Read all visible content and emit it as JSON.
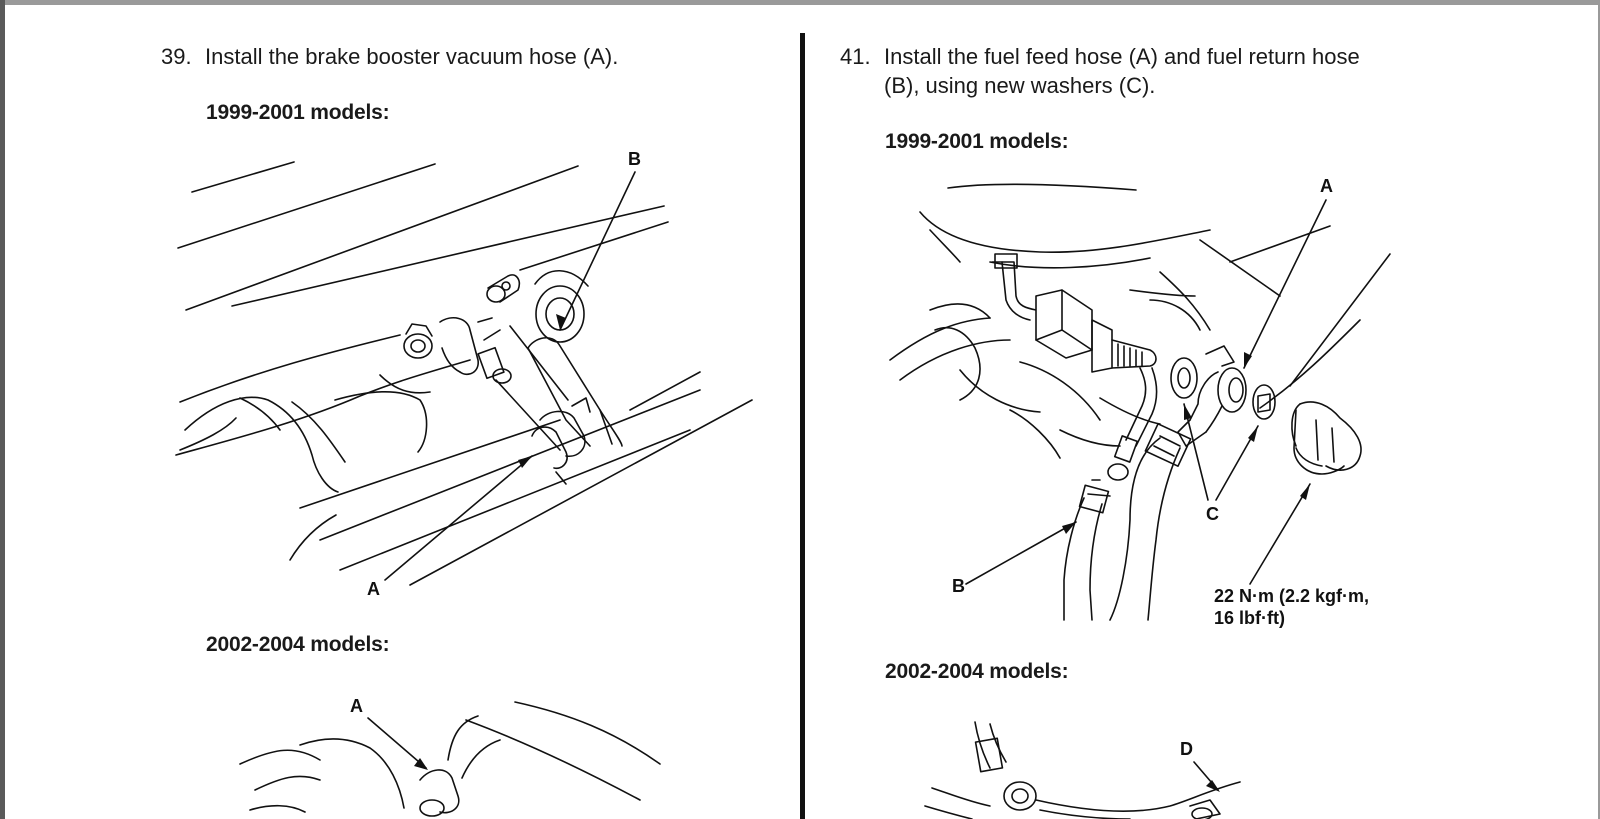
{
  "left_column": {
    "step_number": "39.",
    "step_text": "Install the brake booster vacuum hose (A).",
    "sections": [
      {
        "heading": "1999-2001 models:",
        "callouts": [
          "A",
          "B"
        ]
      },
      {
        "heading": "2002-2004 models:",
        "callouts": [
          "A"
        ]
      }
    ]
  },
  "right_column": {
    "step_number": "41.",
    "step_text_line1": "Install the fuel feed hose (A) and fuel return hose",
    "step_text_line2": "(B), using new washers (C).",
    "sections": [
      {
        "heading": "1999-2001 models:",
        "callouts": [
          "A",
          "B",
          "C"
        ],
        "torque_line1": "22 N·m (2.2 kgf·m,",
        "torque_line2": "16 lbf·ft)"
      },
      {
        "heading": "2002-2004 models:",
        "callouts": [
          "D"
        ]
      }
    ]
  }
}
